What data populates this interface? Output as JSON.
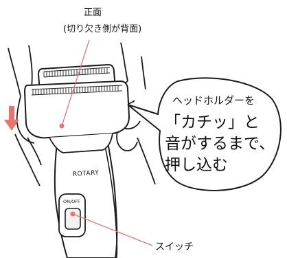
{
  "labels": {
    "front_line1": "正面",
    "front_line2": "(切り欠き側が背面)",
    "switch": "スイッチ"
  },
  "device": {
    "brand": "ROTARY",
    "button": "ON/OFF"
  },
  "callout": {
    "line1": "ヘッドホルダーを",
    "line2": "「カチッ」と",
    "line3": "音がするまで、",
    "line4": "押し込む"
  },
  "colors": {
    "accent": "#e8736f",
    "line": "#1a1a1a",
    "fill_grey": "#f2f2f2",
    "fill_white": "#ffffff"
  },
  "icons": {
    "push_arrow": "arrow-down-icon"
  }
}
